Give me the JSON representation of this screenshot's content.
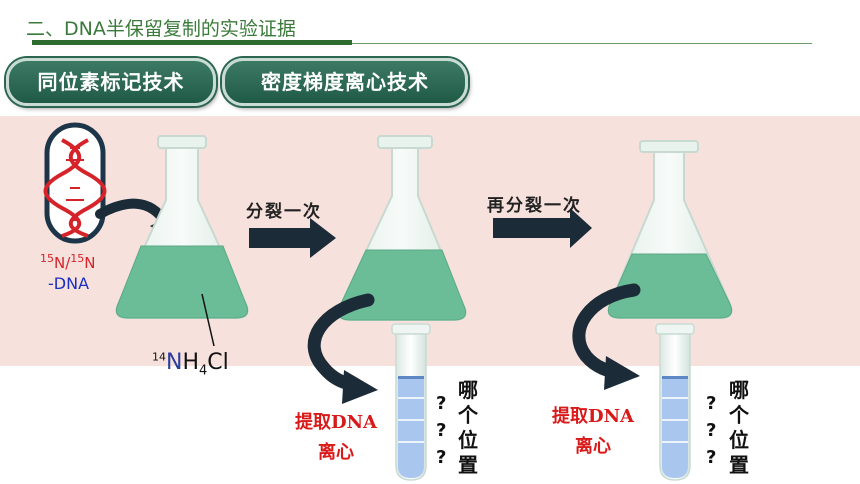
{
  "title": "二、DNA半保留复制的实验证据",
  "pills": [
    "同位素标记技术",
    "密度梯度离心技术"
  ],
  "dna_label": {
    "n1": "N/",
    "n2": "N",
    "line2": "-DNA",
    "sup1": "15",
    "sup2": "15"
  },
  "medium": {
    "sup": "14",
    "n": "N",
    "h": "H",
    "sub": "4",
    "cl": "Cl"
  },
  "step1": "分裂一次",
  "step2": "再分裂一次",
  "extract": {
    "line1": "提取DNA",
    "line2": "离心"
  },
  "question_marks": [
    "?",
    "?",
    "?"
  ],
  "which_position": "哪个位置",
  "colors": {
    "liquid": "#6bbd98",
    "band": "#f7e1dc",
    "arrow": "#1c2b38",
    "dna": "#d6232a",
    "tube_liquid": "#a9c6ee"
  }
}
